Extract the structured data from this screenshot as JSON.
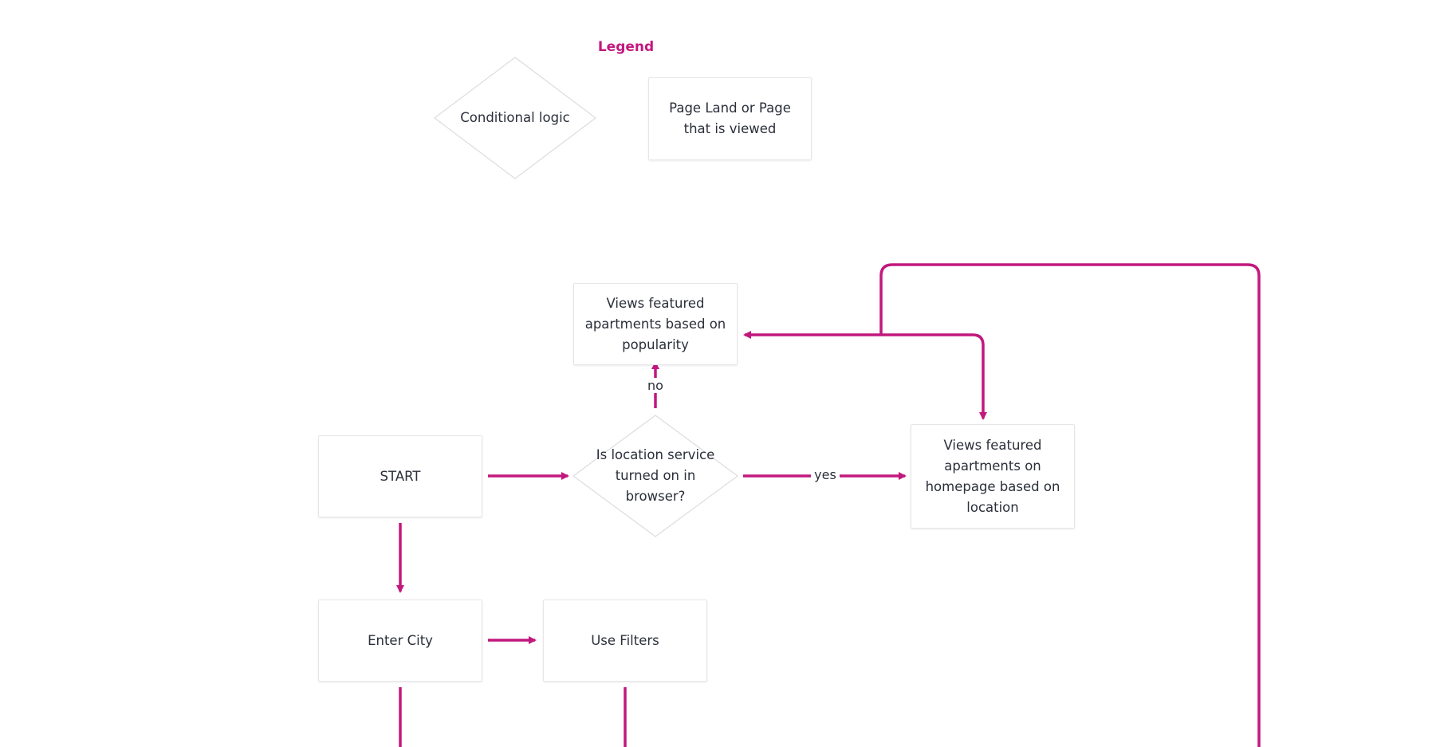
{
  "legend": {
    "title": "Legend",
    "conditional": "Conditional logic",
    "page": "Page Land or Page that is viewed"
  },
  "nodes": {
    "start": "START",
    "location_check": "Is location service turned on in browser?",
    "popularity": "Views featured apartments based on popularity",
    "location_based": "Views featured apartments on homepage based on location",
    "enter_city": "Enter City",
    "use_filters": "Use Filters"
  },
  "edges": {
    "no": "no",
    "yes": "yes"
  },
  "colors": {
    "accent": "#c2187e",
    "text": "#2b2f3a",
    "border": "#e6e6ea"
  }
}
